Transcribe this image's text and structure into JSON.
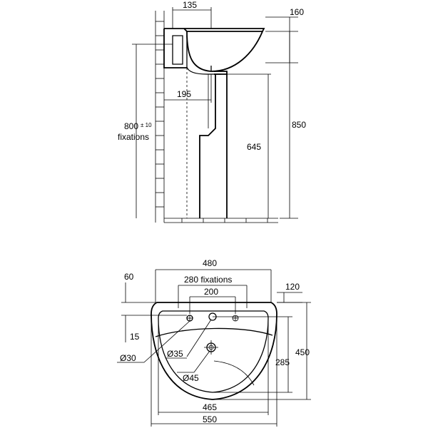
{
  "side_view": {
    "dims": {
      "top_offset": "135",
      "rim_height": "160",
      "fixing_offset": "195",
      "fixing_height": "800",
      "fixing_tol": "± 10",
      "fixing_word": "fixations",
      "overall_height": "850",
      "pedestal_height": "645"
    }
  },
  "plan_view": {
    "dims": {
      "overall_width_top": "480",
      "tap_offset": "60",
      "fixation_spacing": "280 fixations",
      "hole_spacing": "200",
      "back_offset": "120",
      "depth": "450",
      "hole_setback": "15",
      "side_hole": "Ø30",
      "tap_hole": "Ø35",
      "bowl_depth": "285",
      "waste_hole": "Ø45",
      "inner_width": "465",
      "overall_width": "550"
    }
  }
}
